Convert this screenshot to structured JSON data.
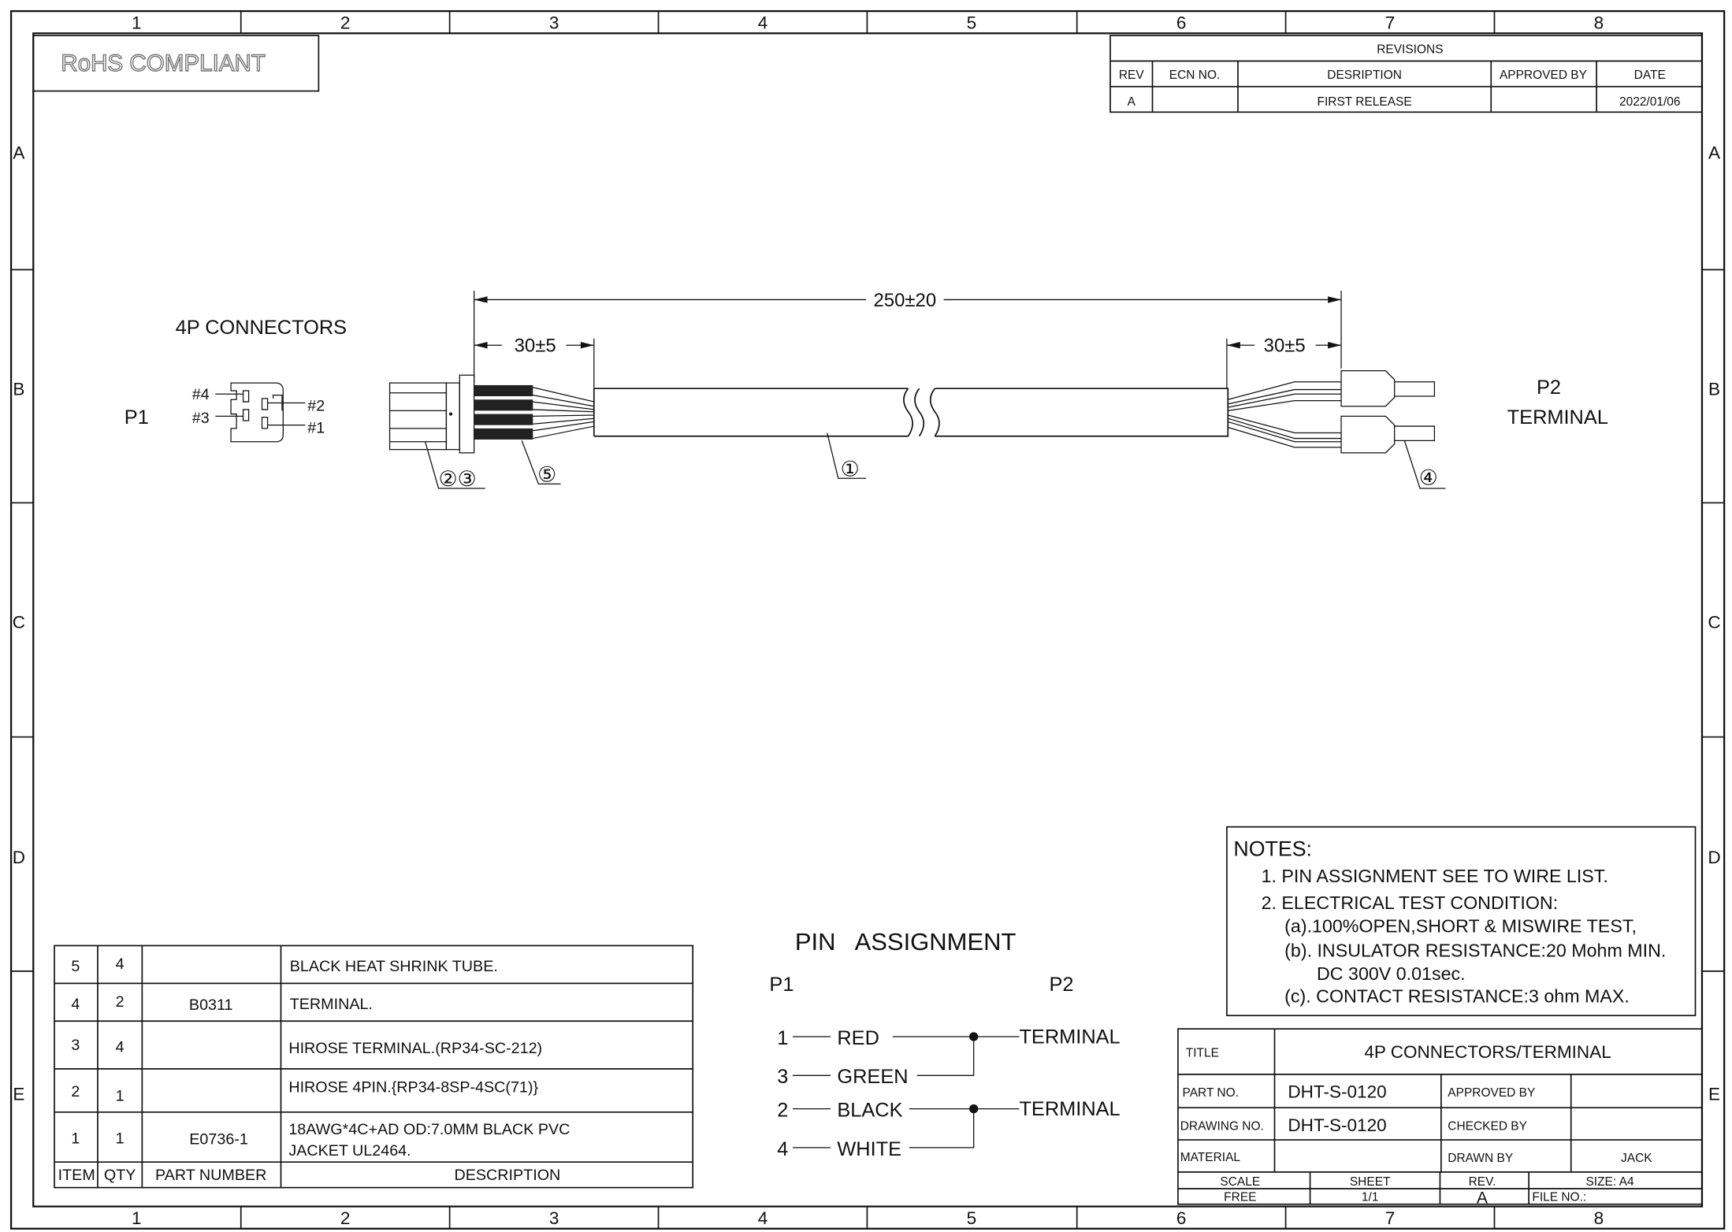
{
  "frame": {
    "columns": [
      "1",
      "2",
      "3",
      "4",
      "5",
      "6",
      "7",
      "8"
    ],
    "rows": [
      "A",
      "B",
      "C",
      "D",
      "E"
    ]
  },
  "rohs": "RoHS COMPLIANT",
  "revisions": {
    "title": "REVISIONS",
    "headers": [
      "REV",
      "ECN NO.",
      "DESRIPTION",
      "APPROVED BY",
      "DATE"
    ],
    "rows": [
      {
        "rev": "A",
        "ecn": "",
        "description": "FIRST RELEASE",
        "approved_by": "",
        "date": "2022/01/06"
      }
    ]
  },
  "drawing": {
    "connector_title": "4P CONNECTORS",
    "p1": "P1",
    "pins": [
      "#4",
      "#3",
      "#2",
      "#1"
    ],
    "dim_total": "250±20",
    "dim_left": "30±5",
    "dim_right": "30±5",
    "balloons": [
      "②③",
      "⑤",
      "①",
      "④"
    ],
    "p2": "P2",
    "p2_type": "TERMINAL"
  },
  "bom": {
    "headers": [
      "ITEM",
      "QTY",
      "PART NUMBER",
      "DESCRIPTION"
    ],
    "rows": [
      {
        "item": "5",
        "qty": "4",
        "part": "",
        "desc": [
          "BLACK HEAT SHRINK TUBE."
        ]
      },
      {
        "item": "4",
        "qty": "2",
        "part": "B0311",
        "desc": [
          "TERMINAL."
        ]
      },
      {
        "item": "3",
        "qty": "4",
        "part": "",
        "desc": [
          "HIROSE TERMINAL.(RP34-SC-212)"
        ]
      },
      {
        "item": "2",
        "qty": "1",
        "part": "",
        "desc": [
          "HIROSE 4PIN.{RP34-8SP-4SC(71)}"
        ]
      },
      {
        "item": "1",
        "qty": "1",
        "part": "E0736-1",
        "desc": [
          "18AWG*4C+AD OD:7.0MM BLACK PVC",
          "JACKET UL2464."
        ]
      }
    ]
  },
  "pin_assignment": {
    "title": "PIN   ASSIGNMENT",
    "left": "P1",
    "right": "P2",
    "rows": [
      {
        "pin": "1",
        "color": "RED"
      },
      {
        "pin": "3",
        "color": "GREEN"
      },
      {
        "pin": "2",
        "color": "BLACK"
      },
      {
        "pin": "4",
        "color": "WHITE"
      }
    ],
    "targets": [
      "TERMINAL",
      "TERMINAL"
    ]
  },
  "notes": {
    "title": "NOTES:",
    "lines": [
      "1. PIN ASSIGNMENT SEE TO WIRE LIST.",
      "2. ELECTRICAL TEST CONDITION:",
      "(a).100%OPEN,SHORT & MISWIRE TEST,",
      "(b). INSULATOR RESISTANCE:20 Mohm MIN.",
      "DC 300V 0.01sec.",
      "(c). CONTACT RESISTANCE:3 ohm MAX."
    ]
  },
  "title_block": {
    "title_label": "TITLE",
    "title": "4P CONNECTORS/TERMINAL",
    "part_no_label": "PART NO.",
    "part_no": "DHT-S-0120",
    "drawing_no_label": "DRAWING NO.",
    "drawing_no": "DHT-S-0120",
    "material_label": "MATERIAL",
    "material": "",
    "approved_by_label": "APPROVED BY",
    "approved_by": "",
    "checked_by_label": "CHECKED BY",
    "checked_by": "",
    "drawn_by_label": "DRAWN BY",
    "drawn_by": "JACK",
    "scale_label": "SCALE",
    "scale": "FREE",
    "sheet_label": "SHEET",
    "sheet": "1/1",
    "rev_label": "REV.",
    "rev": "A",
    "size": "SIZE: A4",
    "file_no": "FILE NO.:"
  }
}
